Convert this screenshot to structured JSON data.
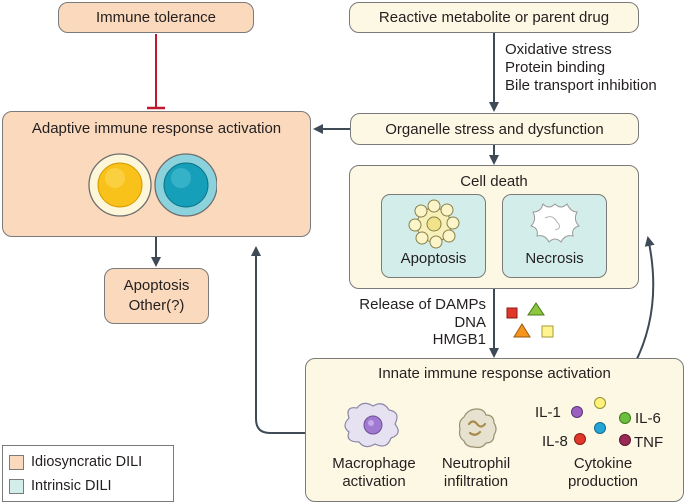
{
  "nodes": {
    "immune_tolerance": "Immune tolerance",
    "reactive_metabolite": "Reactive metabolite or parent drug",
    "organelle_stress": "Organelle stress and dysfunction",
    "adaptive_activation": "Adaptive immune response activation",
    "cell_death": "Cell death",
    "apoptosis": "Apoptosis",
    "necrosis": "Necrosis",
    "outcome_line1": "Apoptosis",
    "outcome_line2": "Other(?)",
    "innate_activation": "Innate immune response activation"
  },
  "stress_mechanisms": [
    "Oxidative stress",
    "Protein binding",
    "Bile transport inhibition"
  ],
  "damps": [
    "Release of DAMPs",
    "DNA",
    "HMGB1"
  ],
  "innate_components": {
    "macrophage": [
      "Macrophage",
      "activation"
    ],
    "neutrophil": [
      "Neutrophil",
      "infiltration"
    ],
    "cytokine": [
      "Cytokine",
      "production"
    ]
  },
  "cytokines": [
    "IL-1",
    "IL-6",
    "IL-8",
    "TNF"
  ],
  "legend": [
    {
      "label": "Idiosyncratic DILI",
      "color": "#fad9bc"
    },
    {
      "label": "Intrinsic DILI",
      "color": "#d3eeea"
    }
  ],
  "colors": {
    "idiosyncratic": "#fad9bc",
    "intrinsic": "#d3eeea",
    "neutral": "#fdf8e3",
    "arrow": "#3e4a55",
    "inhibition": "#c0182e"
  }
}
